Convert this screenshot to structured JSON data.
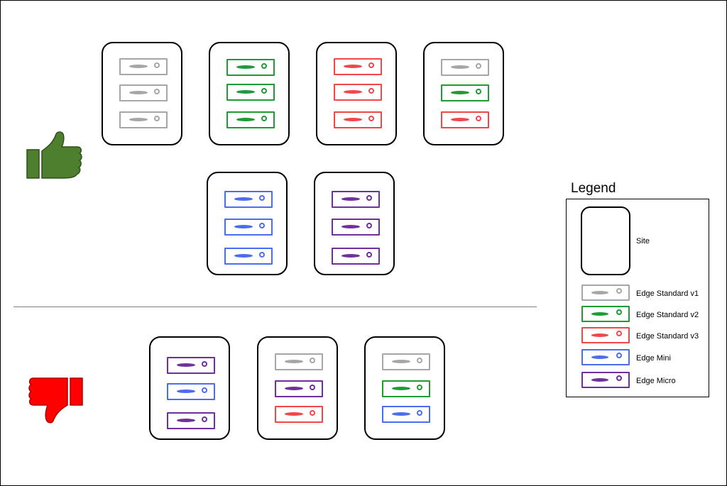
{
  "colors": {
    "edge_standard_v1": "#a6a6a6",
    "edge_standard_v2": "#1e9b33",
    "edge_standard_v3": "#f04848",
    "edge_mini": "#4a6cf0",
    "edge_micro": "#6f2f9f",
    "thumbs_up": "#4e7f2f",
    "thumbs_down": "#ff0000"
  },
  "icons": {
    "good": "thumbs-up-icon",
    "bad": "thumbs-down-icon"
  },
  "good_sites": [
    [
      "edge_standard_v1",
      "edge_standard_v1",
      "edge_standard_v1"
    ],
    [
      "edge_standard_v2",
      "edge_standard_v2",
      "edge_standard_v2"
    ],
    [
      "edge_standard_v3",
      "edge_standard_v3",
      "edge_standard_v3"
    ],
    [
      "edge_standard_v1",
      "edge_standard_v2",
      "edge_standard_v3"
    ],
    [
      "edge_mini",
      "edge_mini",
      "edge_mini"
    ],
    [
      "edge_micro",
      "edge_micro",
      "edge_micro"
    ]
  ],
  "bad_sites": [
    [
      "edge_micro",
      "edge_mini",
      "edge_micro"
    ],
    [
      "edge_standard_v1",
      "edge_micro",
      "edge_standard_v3"
    ],
    [
      "edge_standard_v1",
      "edge_standard_v2",
      "edge_mini"
    ]
  ],
  "legend": {
    "title": "Legend",
    "site_label": "Site",
    "items": [
      {
        "key": "edge_standard_v1",
        "label": "Edge Standard v1"
      },
      {
        "key": "edge_standard_v2",
        "label": "Edge Standard v2"
      },
      {
        "key": "edge_standard_v3",
        "label": "Edge Standard v3"
      },
      {
        "key": "edge_mini",
        "label": "Edge Mini"
      },
      {
        "key": "edge_micro",
        "label": "Edge Micro"
      }
    ]
  }
}
